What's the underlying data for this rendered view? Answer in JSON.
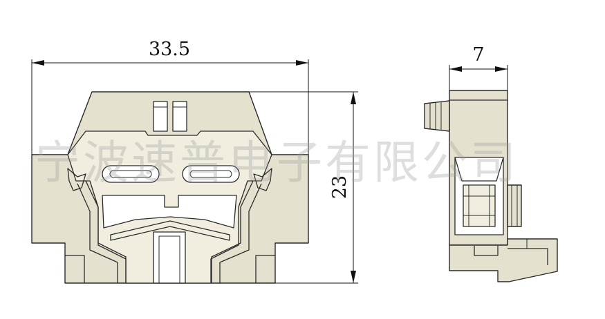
{
  "dimensions": {
    "width": "33.5",
    "depth": "7",
    "height": "23"
  },
  "watermark": "宁波速普电子有限公司",
  "colors": {
    "part_fill": "#e5e1cf",
    "outline": "#2a2a2a",
    "watermark": "#9c9c9c"
  }
}
